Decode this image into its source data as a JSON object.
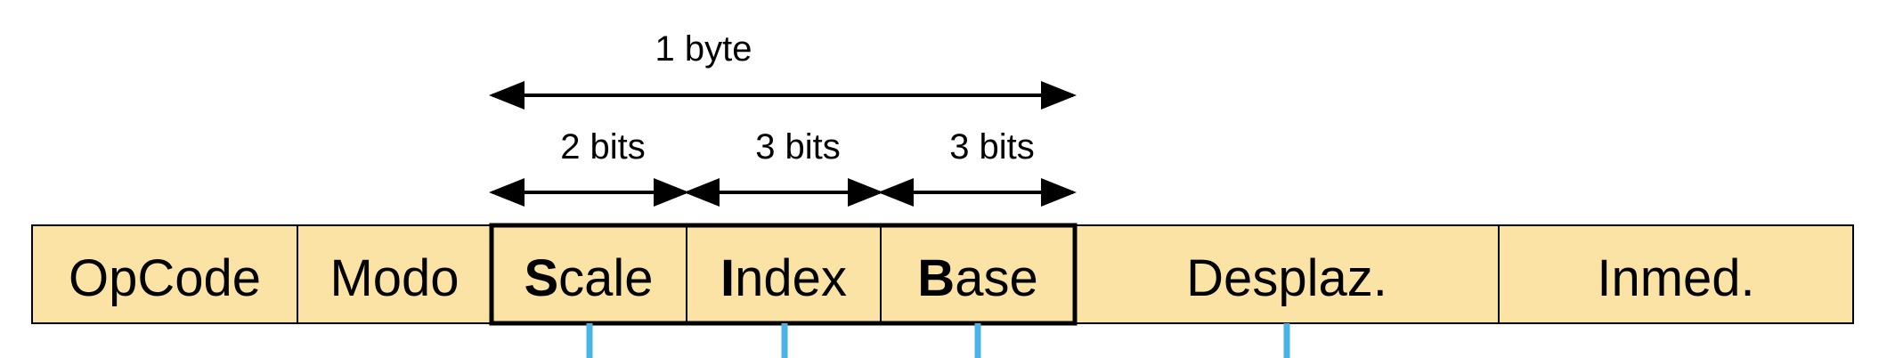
{
  "colors": {
    "field_fill": "#fbe3a6",
    "stroke": "#000000",
    "connector": "#4bb4e6",
    "background": "#ffffff"
  },
  "top_label": "1 byte",
  "sub_labels": [
    "2 bits",
    "3 bits",
    "3 bits"
  ],
  "fields": [
    {
      "id": "opcode",
      "initial": "",
      "rest": "OpCode"
    },
    {
      "id": "modo",
      "initial": "",
      "rest": "Modo"
    },
    {
      "id": "scale",
      "initial": "S",
      "rest": "cale"
    },
    {
      "id": "index",
      "initial": "I",
      "rest": "ndex"
    },
    {
      "id": "base",
      "initial": "B",
      "rest": "ase"
    },
    {
      "id": "desplaz",
      "initial": "",
      "rest": "Desplaz."
    },
    {
      "id": "inmed",
      "initial": "",
      "rest": "Inmed."
    }
  ]
}
